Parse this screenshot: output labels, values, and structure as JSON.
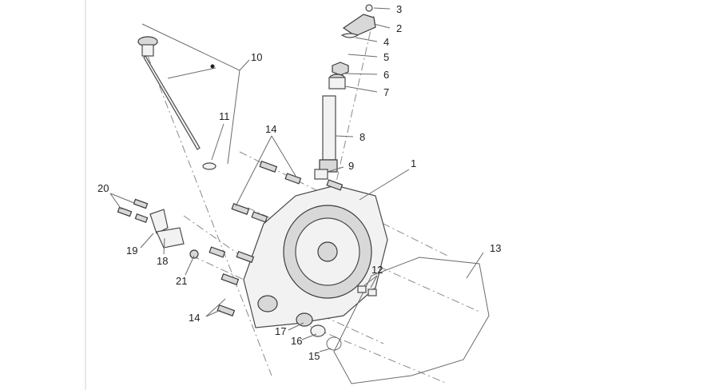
{
  "callouts": [
    {
      "id": "c1",
      "text": "1"
    },
    {
      "id": "c2",
      "text": "2"
    },
    {
      "id": "c3",
      "text": "3"
    },
    {
      "id": "c4",
      "text": "4"
    },
    {
      "id": "c5",
      "text": "5"
    },
    {
      "id": "c6",
      "text": "6"
    },
    {
      "id": "c7",
      "text": "7"
    },
    {
      "id": "c8",
      "text": "8"
    },
    {
      "id": "c9",
      "text": "9"
    },
    {
      "id": "c10",
      "text": "10"
    },
    {
      "id": "c11",
      "text": "11"
    },
    {
      "id": "c12",
      "text": "12"
    },
    {
      "id": "c13",
      "text": "13"
    },
    {
      "id": "c14a",
      "text": "14"
    },
    {
      "id": "c14b",
      "text": "14"
    },
    {
      "id": "c15",
      "text": "15"
    },
    {
      "id": "c16",
      "text": "16"
    },
    {
      "id": "c17",
      "text": "17"
    },
    {
      "id": "c18",
      "text": "18"
    },
    {
      "id": "c19",
      "text": "19"
    },
    {
      "id": "c20",
      "text": "20"
    },
    {
      "id": "c21",
      "text": "21"
    }
  ]
}
